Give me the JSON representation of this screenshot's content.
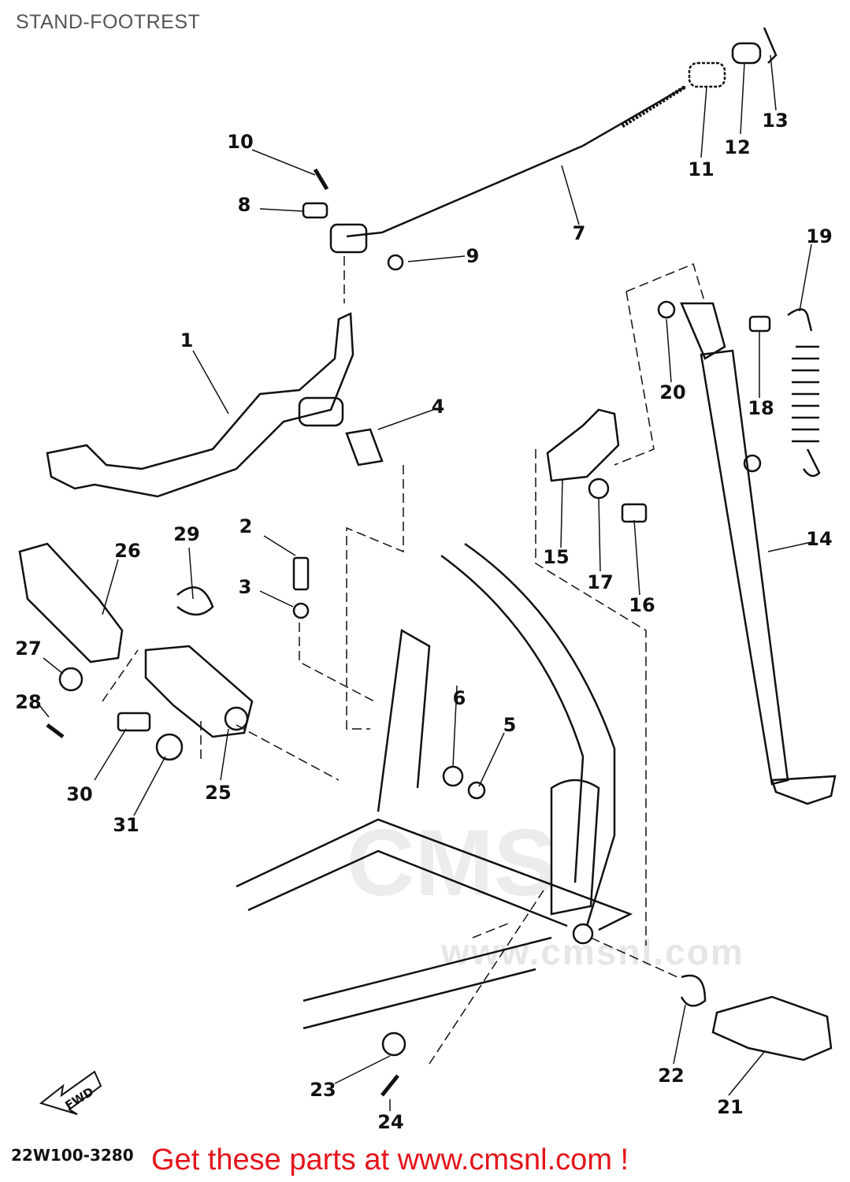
{
  "title": "STAND-FOOTREST",
  "part_numbers": [
    "1",
    "2",
    "3",
    "4",
    "5",
    "6",
    "7",
    "8",
    "9",
    "10",
    "11",
    "12",
    "13",
    "14",
    "15",
    "16",
    "17",
    "18",
    "19",
    "20",
    "21",
    "22",
    "23",
    "24",
    "25",
    "26",
    "27",
    "28",
    "29",
    "30",
    "31"
  ],
  "fwd_label": "FWD",
  "diagram_code": "22W100-3280",
  "promo_text": "Get these parts at www.cmsnl.com !",
  "watermark": {
    "logo": "CMS",
    "url": "www.cmsnl.com"
  }
}
